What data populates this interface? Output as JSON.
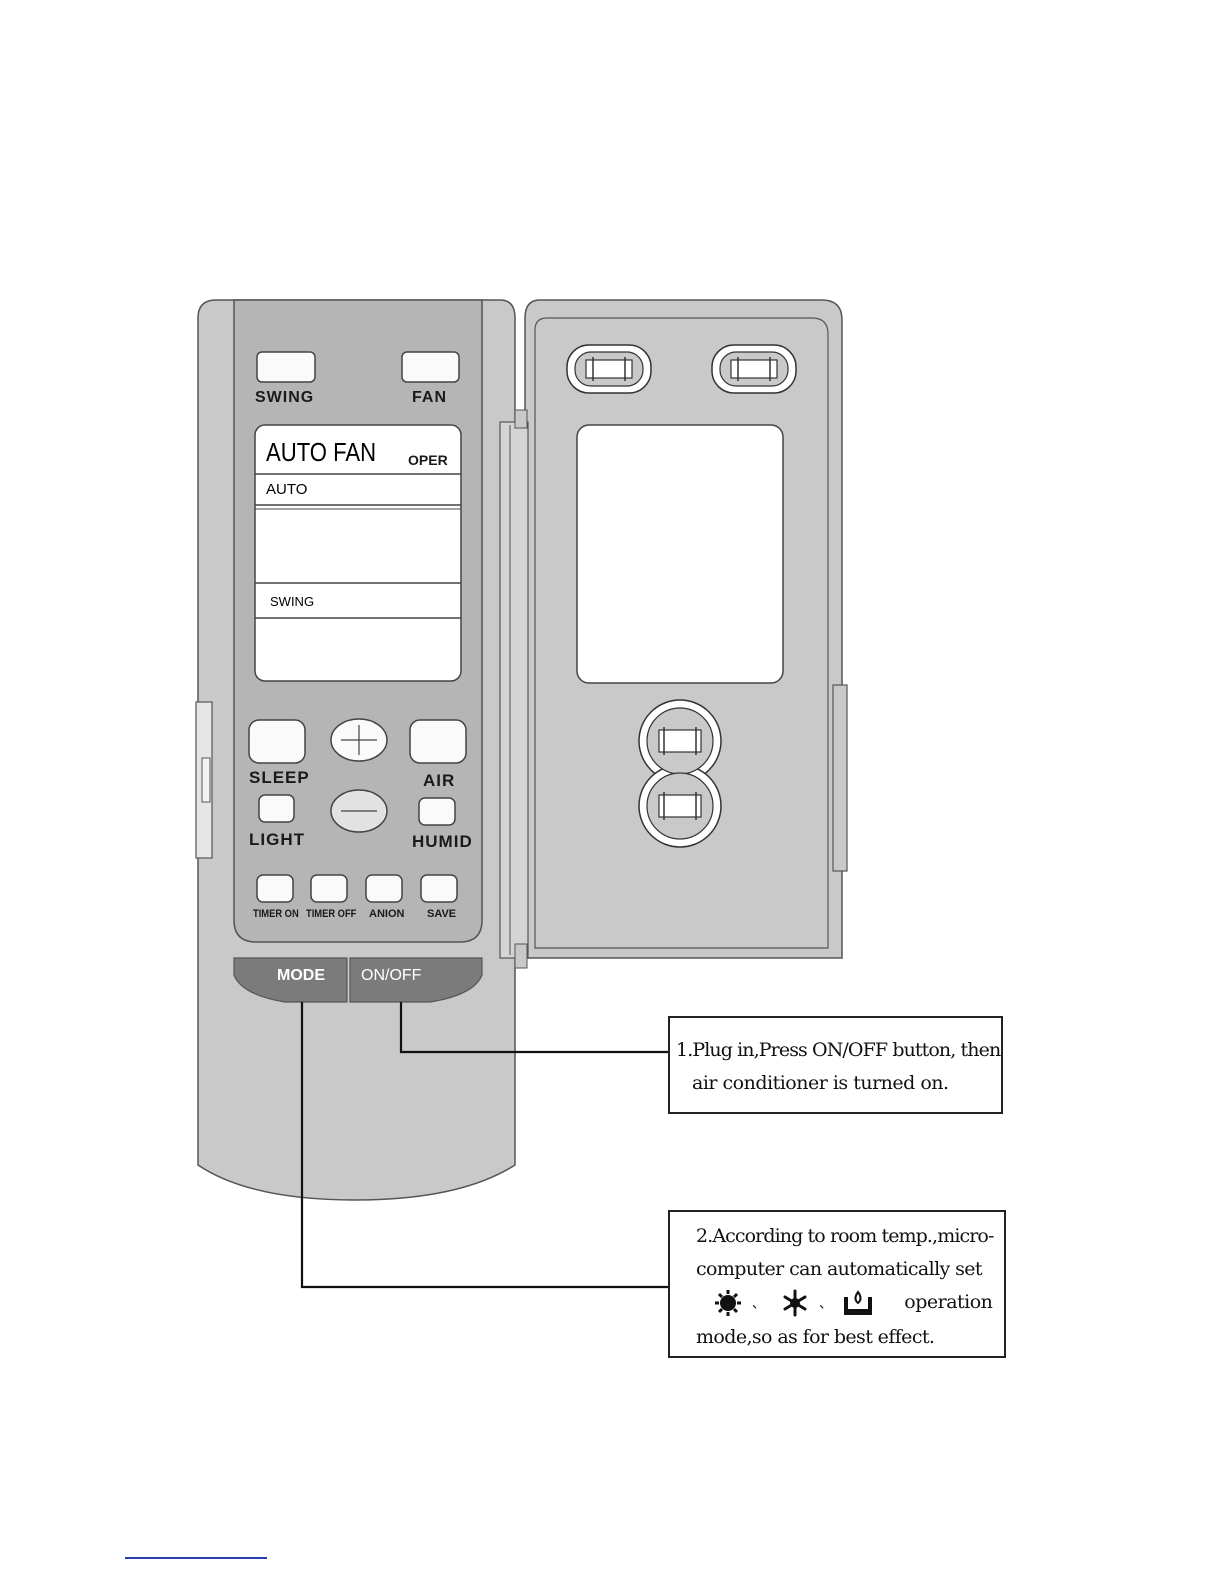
{
  "remote": {
    "buttons_top": {
      "swing_label": "SWING",
      "fan_label": "FAN"
    },
    "lcd": {
      "mode_text": "AUTO FAN",
      "oper_text": "OPER",
      "auto_text": "AUTO",
      "swing_text": "SWING"
    },
    "buttons_mid": {
      "sleep_label": "SLEEP",
      "air_label": "AIR",
      "light_label": "LIGHT",
      "humid_label": "HUMID"
    },
    "buttons_bottom": {
      "timer_on_label": "TIMER ON",
      "timer_off_label": "TIMER OFF",
      "anion_label": "ANION",
      "save_label": "SAVE"
    },
    "mode_label": "MODE",
    "onoff_label": "ON/OFF"
  },
  "callouts": {
    "first": {
      "line1": "1.Plug in,Press ON/OFF button, then",
      "line2": "air conditioner is turned on."
    },
    "second": {
      "line1": "2.According to room temp.,micro-",
      "line2": "computer can automatically set",
      "separator": "、",
      "line3_tail": "operation",
      "line4": "mode,so as for best effect.",
      "icons": [
        "sun-heat-icon",
        "snowflake-cool-icon",
        "dehumidify-icon"
      ]
    }
  },
  "colors": {
    "body_gray": "#c9c9c9",
    "panel_gray": "#b5b5b5",
    "button_white": "#fafafa",
    "mode_strip": "#7b7b7b"
  }
}
